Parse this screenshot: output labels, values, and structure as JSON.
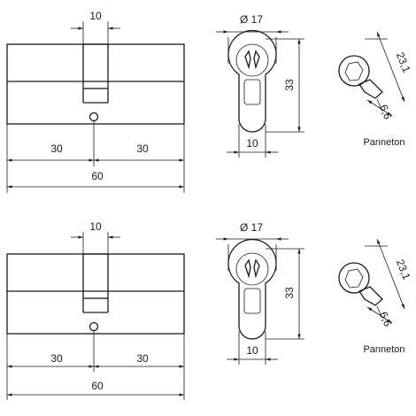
{
  "drawings": [
    {
      "front": {
        "cam_width": "10",
        "half_left": "30",
        "half_right": "30",
        "total_length": "60"
      },
      "profile": {
        "diameter": "Ø 17",
        "height": "33",
        "width": "10"
      },
      "cam": {
        "span": "23,1",
        "thickness": "6,6",
        "caption": "Panneton"
      }
    },
    {
      "front": {
        "cam_width": "10",
        "half_left": "30",
        "half_right": "30",
        "total_length": "60"
      },
      "profile": {
        "diameter": "Ø 17",
        "height": "33",
        "width": "10"
      },
      "cam": {
        "span": "23,1",
        "thickness": "6,6",
        "caption": "Panneton"
      }
    }
  ],
  "colors": {
    "line": "#1a1a1a",
    "background": "#ffffff"
  }
}
